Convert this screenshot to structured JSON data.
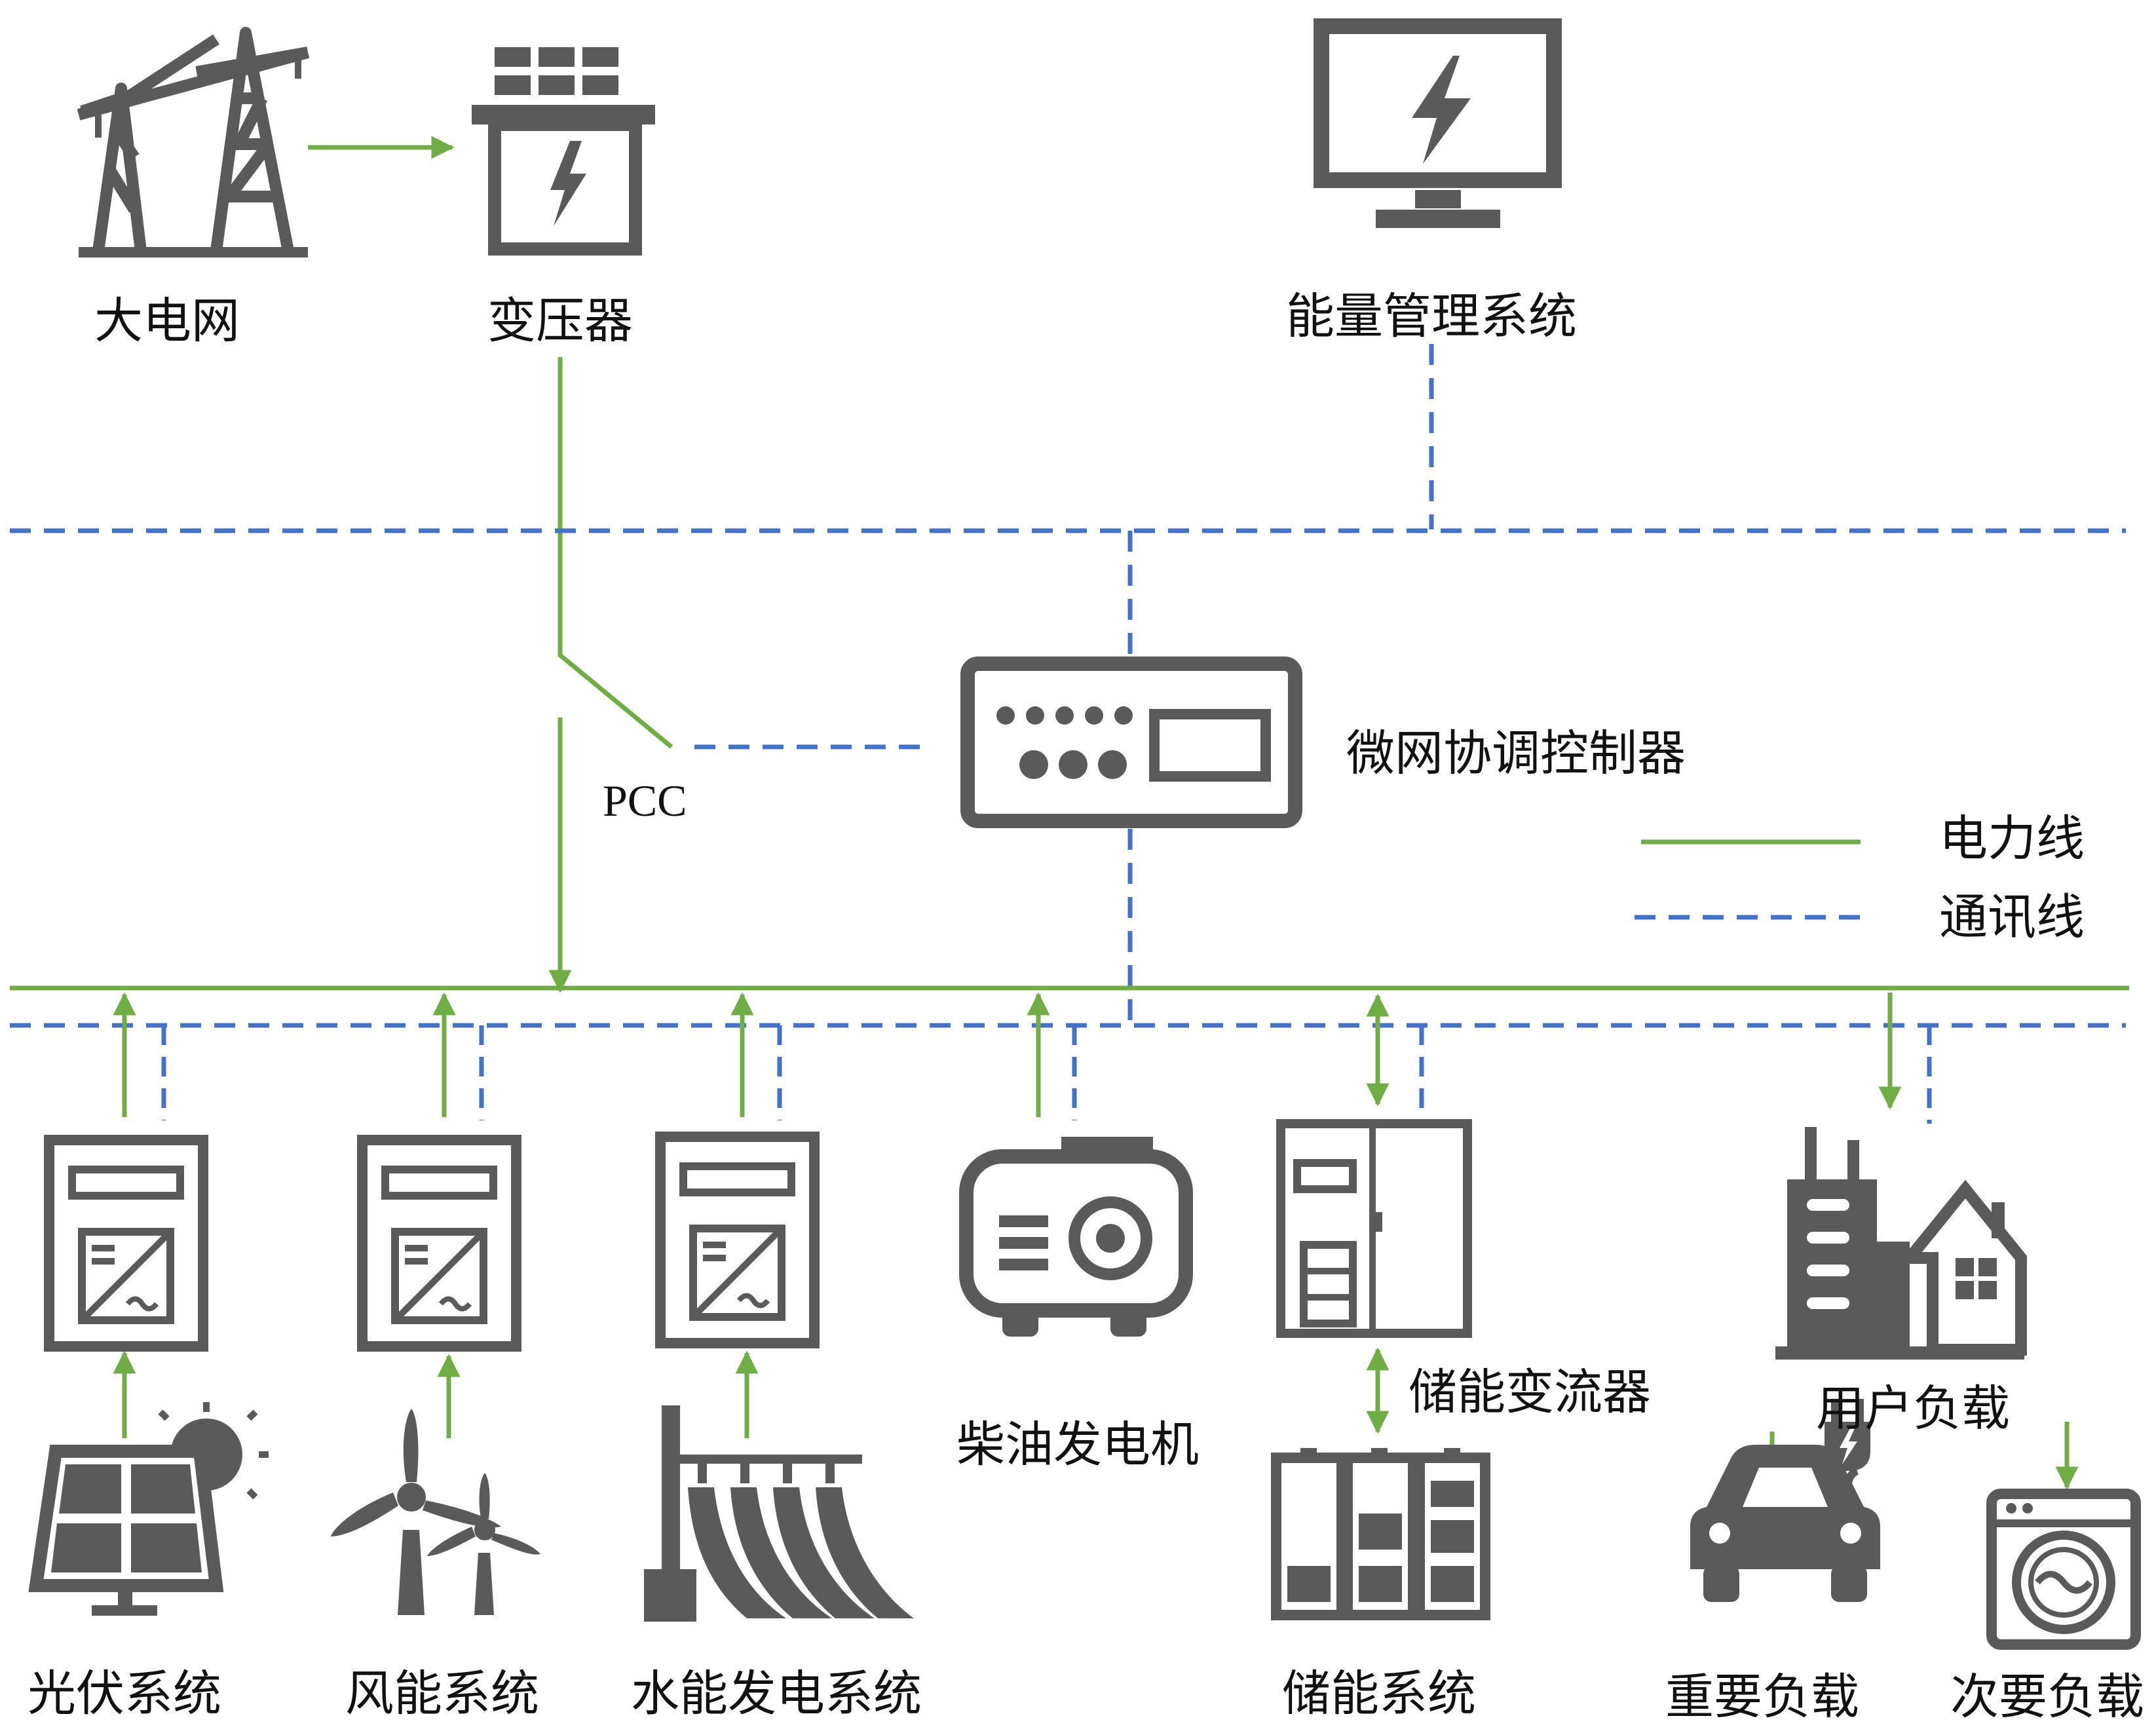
{
  "colors": {
    "power_line": "#70ad47",
    "comm_line": "#4472c4",
    "icon": "#5a5a5a",
    "text": "#111111"
  },
  "nodes": {
    "grid": "大电网",
    "transformer": "变压器",
    "ems": "能量管理系统",
    "controller": "微网协调控制器",
    "pcc": "PCC",
    "pv": "光伏系统",
    "wind": "风能系统",
    "hydro": "水能发电系统",
    "diesel": "柴油发电机",
    "pcs": "储能变流器",
    "storage": "储能系统",
    "user_load": "用户负载",
    "important_load": "重要负载",
    "secondary_load": "次要负载"
  },
  "legend": {
    "power": "电力线",
    "comm": "通讯线"
  },
  "icons": {
    "grid": "power-tower-icon",
    "transformer": "transformer-icon",
    "ems": "monitor-lightning-icon",
    "controller": "controller-panel-icon",
    "inverter": "inverter-icon",
    "solar": "solar-panel-sun-icon",
    "wind": "wind-turbine-icon",
    "hydro": "hydro-dam-icon",
    "diesel": "generator-icon",
    "pcs": "cabinet-icon",
    "storage": "battery-bank-icon",
    "buildings": "city-house-icon",
    "ev": "electric-car-icon",
    "washer": "washing-machine-icon"
  }
}
